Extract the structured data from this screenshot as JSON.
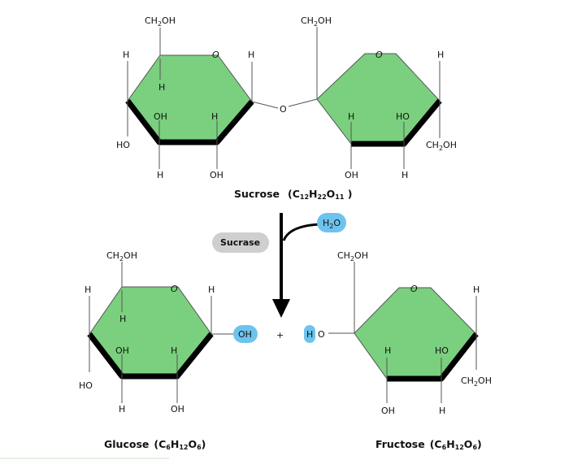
{
  "sucrose": {
    "caption_name": "Sucrose",
    "caption_formula": {
      "c": "C",
      "c_sub": "12",
      "h": "H",
      "h_sub": "22",
      "o": "O",
      "o_sub": "11"
    },
    "glucose_ring": {
      "ch2oh": "CH",
      "ch2oh_sub": "2",
      "ch2oh_end": "OH",
      "ring_o": "O",
      "h_left": "H",
      "h_inner": "H",
      "h_right": "H",
      "oh_inner": "OH",
      "h_inner2": "H",
      "ho_left": "HO",
      "h_bottom": "H",
      "oh_bottom": "OH"
    },
    "linker_o": "O",
    "fructose_ring": {
      "ch2oh": "CH",
      "ch2oh_sub": "2",
      "ch2oh_end": "OH",
      "ring_o": "O",
      "h_right": "H",
      "h_inner": "H",
      "ho_inner": "HO",
      "ch2oh_right": "CH",
      "ch2oh_right_sub": "2",
      "ch2oh_right_end": "OH",
      "oh_bottom": "OH",
      "h_bottom": "H"
    }
  },
  "reaction": {
    "enzyme_label": "Sucrase",
    "water": {
      "h": "H",
      "h_sub": "2",
      "o": "O"
    },
    "plus": "+",
    "oh_tag": "OH",
    "h_tag": "H",
    "ho_o": "O"
  },
  "glucose": {
    "caption_name": "Glucose",
    "caption_formula": {
      "c": "C",
      "c_sub": "6",
      "h": "H",
      "h_sub": "12",
      "o": "O",
      "o_sub": "6"
    },
    "ch2oh": "CH",
    "ch2oh_sub": "2",
    "ch2oh_end": "OH",
    "ring_o": "O",
    "h_left": "H",
    "h_inner": "H",
    "h_right": "H",
    "oh_inner": "OH",
    "h_inner2": "H",
    "ho_left": "HO",
    "h_bottom": "H",
    "oh_bottom": "OH"
  },
  "fructose": {
    "caption_name": "Fructose",
    "caption_formula": {
      "c": "C",
      "c_sub": "6",
      "h": "H",
      "h_sub": "12",
      "o": "O",
      "o_sub": "6"
    },
    "ch2oh": "CH",
    "ch2oh_sub": "2",
    "ch2oh_end": "OH",
    "ring_o": "O",
    "h_right": "H",
    "h_inner": "H",
    "ho_inner": "HO",
    "ch2oh_right": "CH",
    "ch2oh_right_sub": "2",
    "ch2oh_right_end": "OH",
    "oh_bottom": "OH",
    "h_bottom": "H"
  },
  "colors": {
    "ring_fill": "#7ad07e",
    "water_pill": "#6ec3ee",
    "enzyme_pill": "#cfcfcf",
    "bond": "#555555"
  }
}
